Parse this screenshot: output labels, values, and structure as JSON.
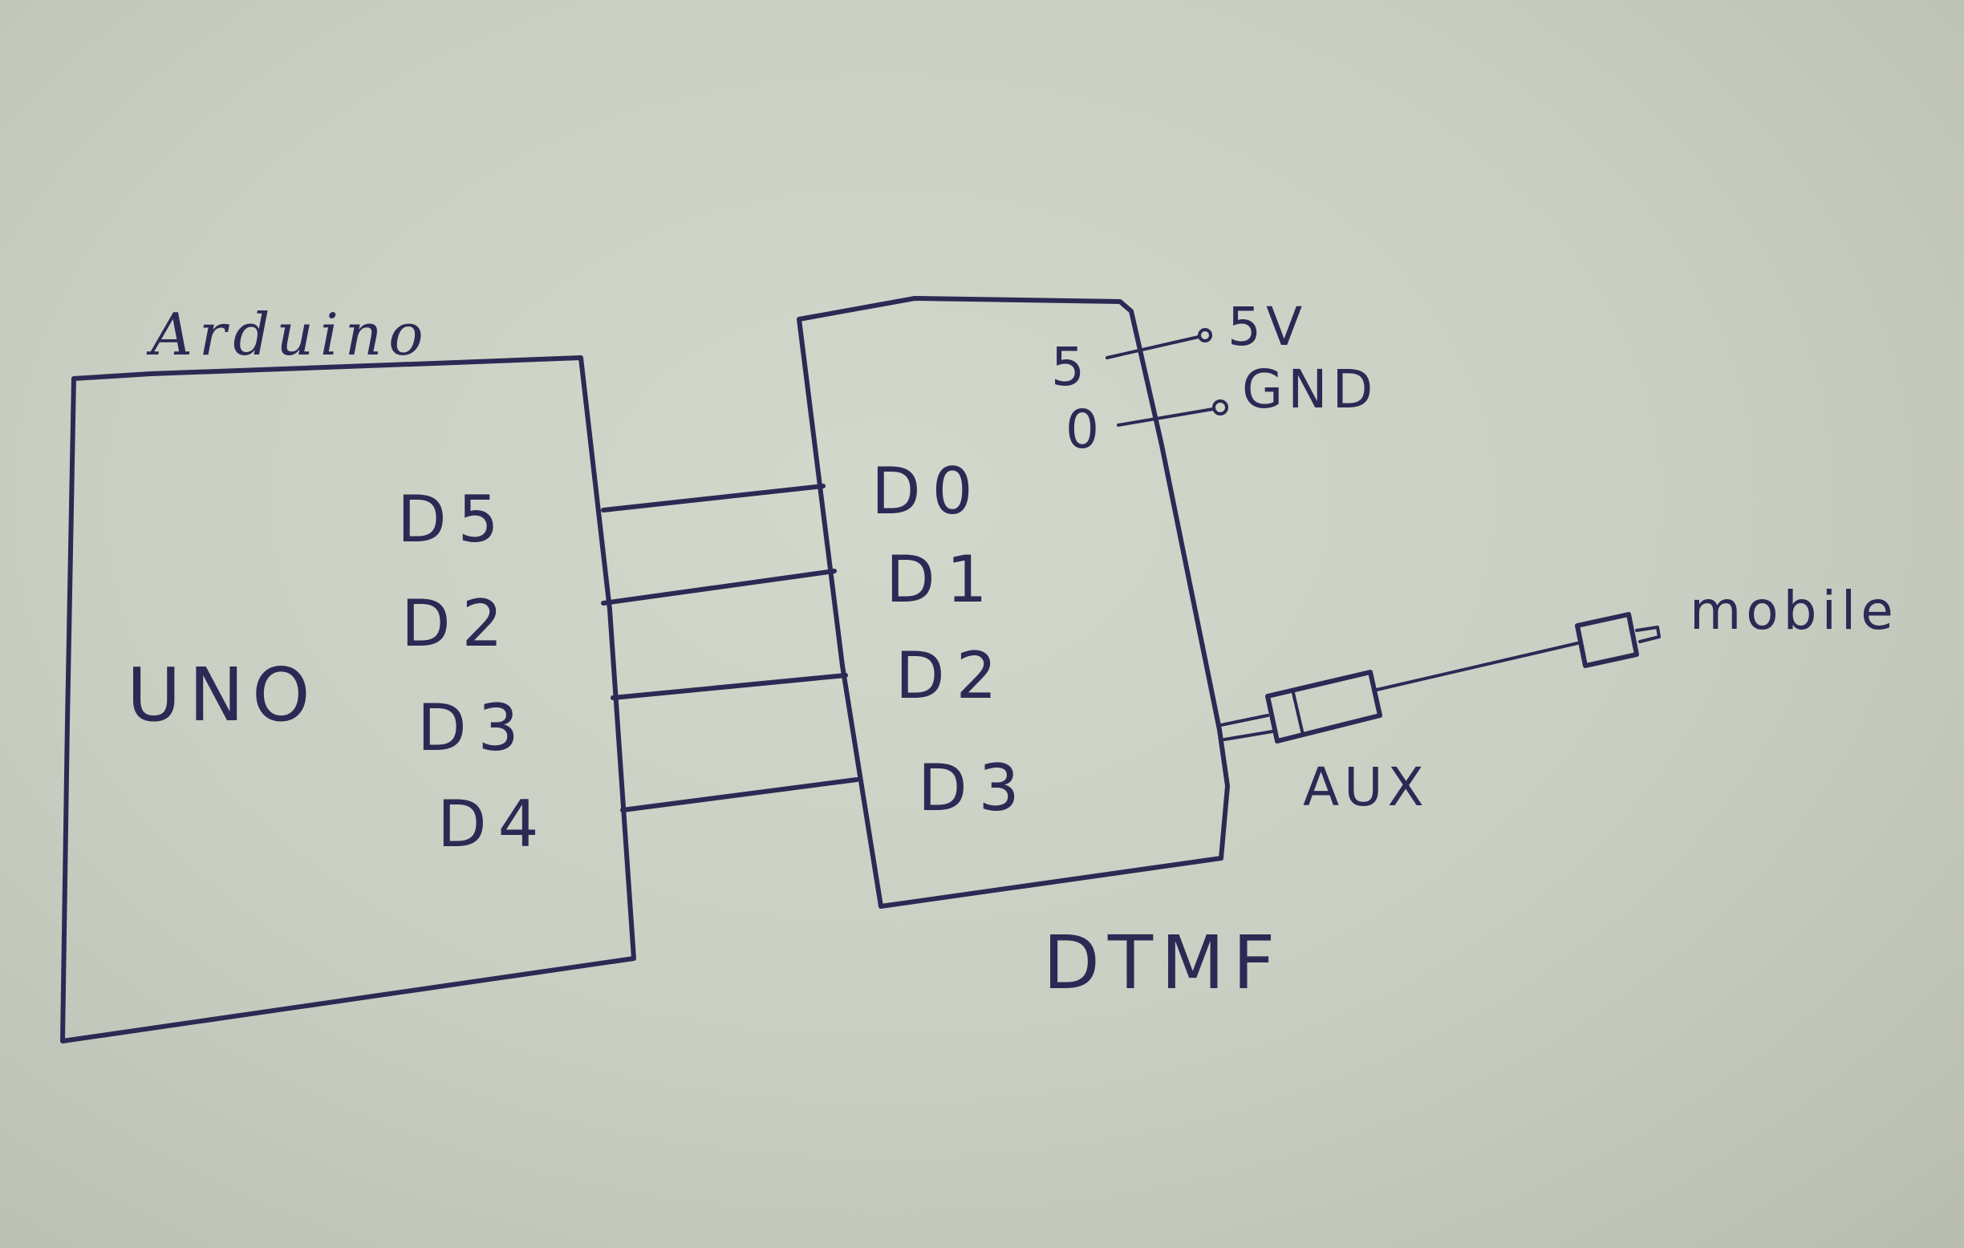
{
  "arduino": {
    "title": "Arduino",
    "model": "UNO",
    "pins": [
      "D5",
      "D2",
      "D3",
      "D4"
    ]
  },
  "dtmf": {
    "label": "DTMF",
    "outputs": [
      "D0",
      "D1",
      "D2",
      "D3"
    ],
    "power_pins": [
      "5",
      "0"
    ],
    "power_labels": [
      "5V",
      "GND"
    ]
  },
  "aux": {
    "label": "AUX"
  },
  "mobile": {
    "label": "mobile"
  },
  "colors": {
    "ink": "#2b2a55",
    "paper": "#c9cec2"
  }
}
